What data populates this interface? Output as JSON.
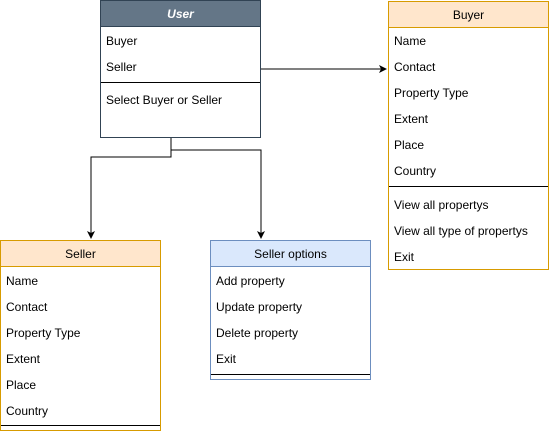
{
  "user": {
    "title": "User",
    "fields": [
      "Buyer",
      "Seller"
    ],
    "methods": [
      "Select Buyer or Seller"
    ]
  },
  "buyer": {
    "title": "Buyer",
    "fields": [
      "Name",
      "Contact",
      "Property Type",
      "Extent",
      "Place",
      "Country"
    ],
    "methods": [
      "View all propertys",
      "View all type of propertys",
      "Exit"
    ]
  },
  "seller": {
    "title": "Seller",
    "fields": [
      "Name",
      "Contact",
      "Property Type",
      "Extent",
      "Place",
      "Country"
    ]
  },
  "seller_options": {
    "title": "Seller options",
    "items": [
      "Add property",
      "Update property",
      "Delete property",
      "Exit"
    ]
  },
  "colors": {
    "user_header": "#647687",
    "user_border": "#314354",
    "orange_fill": "#ffe6cc",
    "orange_border": "#d79b00",
    "blue_fill": "#dae8fc",
    "blue_border": "#6c8ebf"
  }
}
